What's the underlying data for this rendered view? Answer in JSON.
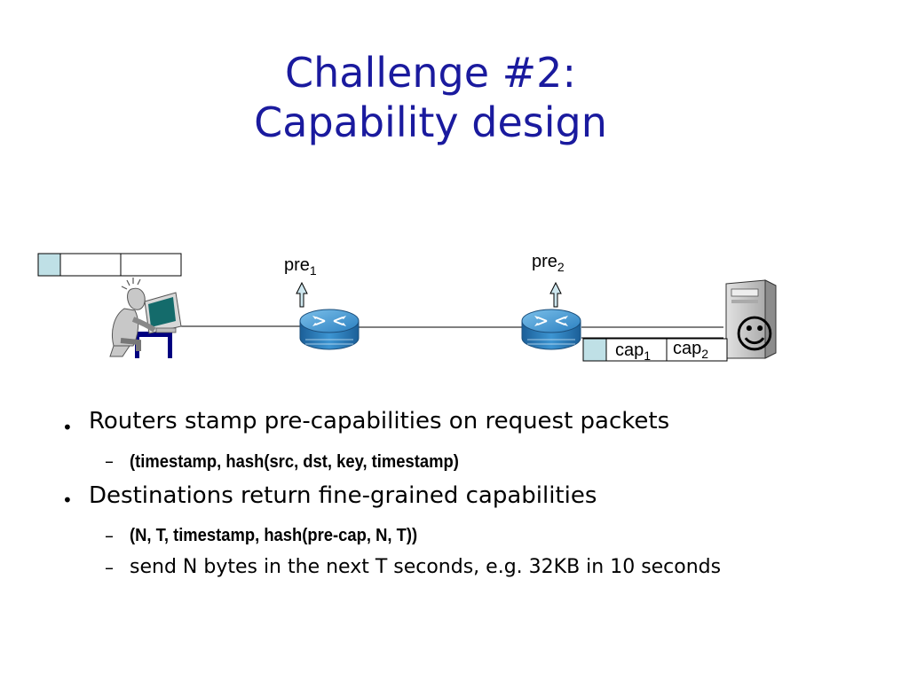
{
  "slide": {
    "title_line1": "Challenge #2:",
    "title_line2": "Capability design"
  },
  "diagram": {
    "router1_label_base": "pre",
    "router1_label_sub": "1",
    "router2_label_base": "pre",
    "router2_label_sub": "2",
    "cap1_base": "cap",
    "cap1_sub": "1",
    "cap2_base": "cap",
    "cap2_sub": "2",
    "server_face": "☺",
    "colors": {
      "title": "#1a1a9e",
      "router": "#2a7fc0",
      "packet_header": "#bfe0e6",
      "server": "#c8c8c8"
    }
  },
  "bullets": [
    {
      "text": "Routers stamp pre-capabilities on request packets",
      "sub": [
        {
          "text": "(timestamp, hash(src, dst, key, timestamp)",
          "bold": true
        }
      ]
    },
    {
      "text": "Destinations return fine-grained capabilities",
      "sub": [
        {
          "text": "(N, T, timestamp, hash(pre-cap, N, T))",
          "bold": true
        },
        {
          "text": "send N bytes in the next T seconds, e.g. 32KB in 10 seconds",
          "bold": false
        }
      ]
    }
  ]
}
